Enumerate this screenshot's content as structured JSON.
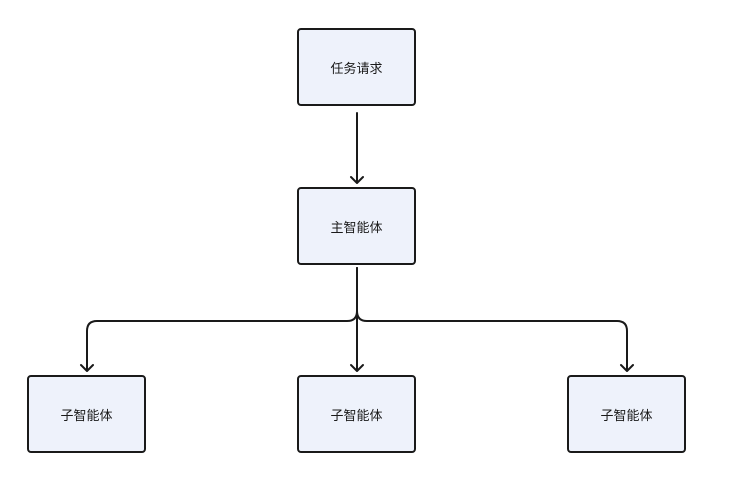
{
  "nodes": {
    "task_request": "任务请求",
    "main_agent": "主智能体",
    "sub_agents": [
      "子智能体",
      "子智能体",
      "子智能体"
    ]
  },
  "edges": [
    {
      "from": "任务请求",
      "to": "主智能体"
    },
    {
      "from": "主智能体",
      "to": "子智能体 (1)"
    },
    {
      "from": "主智能体",
      "to": "子智能体 (2)"
    },
    {
      "from": "主智能体",
      "to": "子智能体 (3)"
    }
  ]
}
